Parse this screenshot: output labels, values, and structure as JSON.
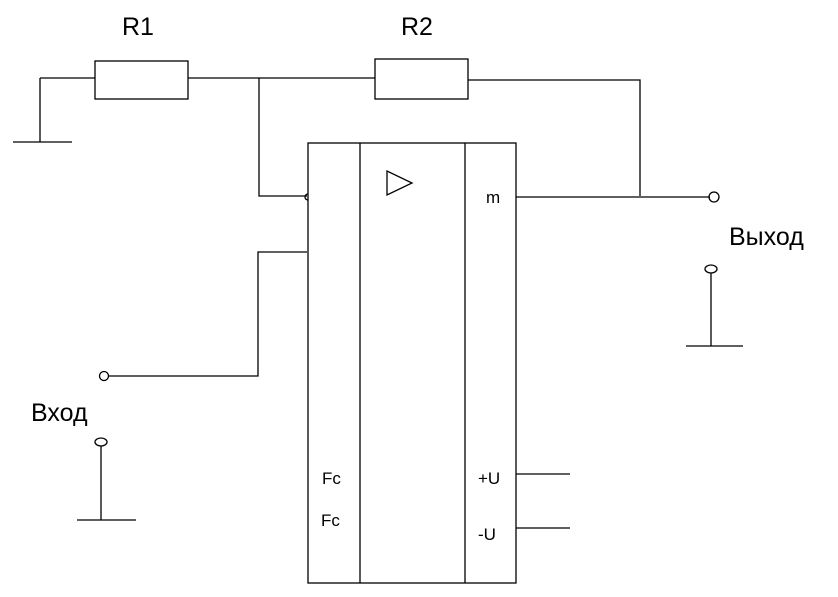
{
  "diagram": {
    "resistors": {
      "r1": "R1",
      "r2": "R2"
    },
    "pins": {
      "output_pin": "m",
      "fc_1": "Fc",
      "fc_2": "Fc",
      "plus_supply": "+U",
      "minus_supply": "-U"
    },
    "terminals": {
      "output": "Выход",
      "input": "Вход"
    },
    "symbols": {
      "amplifier": "triangle-amplifier-icon",
      "ground": "ground-icon",
      "terminal": "open-circle-terminal-icon"
    }
  }
}
